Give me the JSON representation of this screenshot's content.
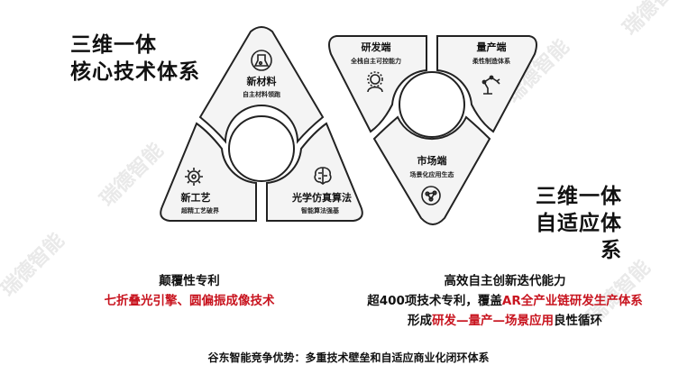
{
  "watermark": "瑞德智能",
  "left_heading": {
    "line1": "三维一体",
    "line2": "核心技术体系"
  },
  "right_heading": {
    "line1": "三维一体",
    "line2": "自适应体系"
  },
  "left_triangle": {
    "top": {
      "title": "新材料",
      "subtitle": "自主材料领跑",
      "icon": "hand-flask-icon"
    },
    "bottom_left": {
      "title": "新工艺",
      "subtitle": "超精工艺破界",
      "icon": "gear-cog-icon"
    },
    "bottom_right": {
      "title": "光学仿真算法",
      "subtitle": "智能算法强基",
      "icon": "brain-circuit-icon"
    }
  },
  "right_triangle": {
    "top_left": {
      "title": "研发端",
      "subtitle": "全栈自主可控能力",
      "icon": "engineer-gear-icon"
    },
    "top_right": {
      "title": "量产端",
      "subtitle": "柔性制造体系",
      "icon": "robot-arm-icon"
    },
    "bottom": {
      "title": "市场端",
      "subtitle": "场景化应用生态",
      "icon": "network-globe-icon"
    }
  },
  "bottom_left": {
    "title": "颠覆性专利",
    "red_line": "七折叠光引擎、圆偏振成像技术"
  },
  "bottom_right": {
    "title": "高效自主创新迭代能力",
    "line2_black": "超400项技术专利，覆盖",
    "line2_red": "AR全产业链研发生产体系",
    "line3_black_a": "形成",
    "line3_red": "研发—量产—场景应用",
    "line3_black_b": "良性循环"
  },
  "caption": "谷东智能竞争优势：多重技术壁垒和自适应商业化闭环体系",
  "colors": {
    "accent_red": "#c8141f",
    "segment_fill": "#f4f4f4",
    "segment_stroke": "#222222"
  }
}
